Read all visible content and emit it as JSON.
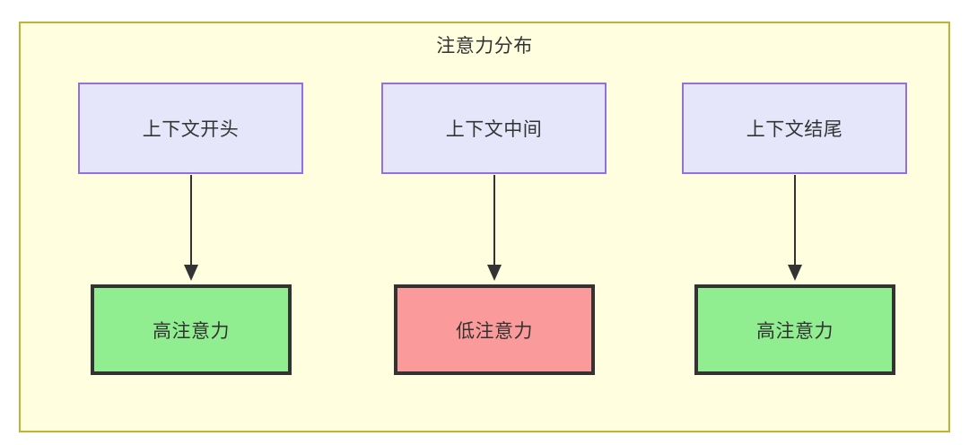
{
  "diagram": {
    "title": "注意力分布",
    "background": "#ffffff",
    "cluster": {
      "fill": "#ffffe0",
      "stroke": "#bdb433"
    },
    "palette": {
      "source_fill": "#e6e6fa",
      "source_stroke": "#9370db",
      "high_fill": "#90ee90",
      "low_fill": "#fb9a9a",
      "node_stroke": "#333333",
      "edge_stroke": "#333333",
      "text": "#333333"
    },
    "sources": [
      {
        "label": "上下文开头"
      },
      {
        "label": "上下文中间"
      },
      {
        "label": "上下文结尾"
      }
    ],
    "targets": [
      {
        "label": "高注意力",
        "level": "high"
      },
      {
        "label": "低注意力",
        "level": "low"
      },
      {
        "label": "高注意力",
        "level": "high"
      }
    ],
    "edges": [
      {
        "from": "上下文开头",
        "to": "高注意力"
      },
      {
        "from": "上下文中间",
        "to": "低注意力"
      },
      {
        "from": "上下文结尾",
        "to": "高注意力"
      }
    ]
  }
}
